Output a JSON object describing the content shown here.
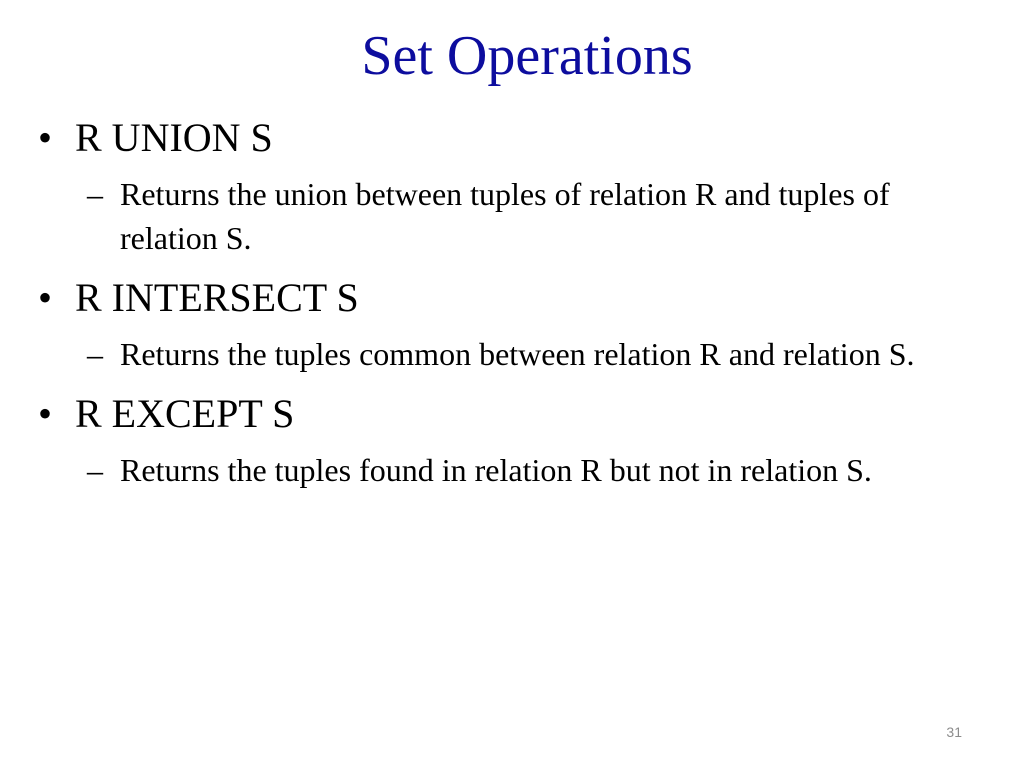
{
  "slide": {
    "title": "Set Operations",
    "title_color": "#0d0d9e",
    "page_number": "31"
  },
  "bullets": [
    {
      "marker": "•",
      "heading": "R UNION S",
      "sub_marker": "–",
      "description": "Returns the union between tuples of relation R and tuples of relation S."
    },
    {
      "marker": "•",
      "heading": "R INTERSECT S",
      "sub_marker": "–",
      "description": "Returns the tuples common between relation R and relation S."
    },
    {
      "marker": "•",
      "heading": "R EXCEPT S",
      "sub_marker": "–",
      "description": "Returns the tuples found in relation R but not in relation S."
    }
  ]
}
